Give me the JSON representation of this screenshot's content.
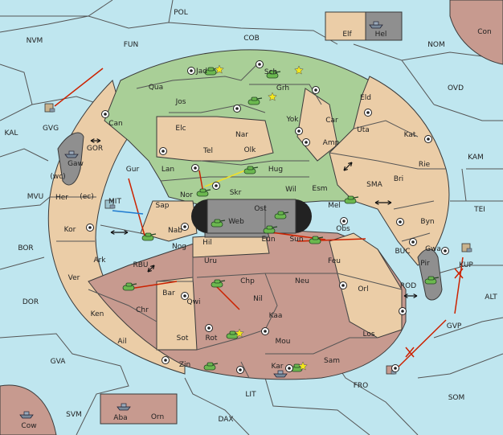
{
  "colors": {
    "sea": "#bfe6ef",
    "green": "#a9cf97",
    "tan": "#ebcda7",
    "red": "#c79a8f",
    "gray": "#8f8f8f",
    "dark": "#222222",
    "order_red": "#cc2200",
    "order_yellow": "#f0e02a",
    "order_blue": "#1f7bd0",
    "army_green": "#6bb84f"
  },
  "provinces": [
    {
      "label": "POL"
    },
    {
      "label": "NVM"
    },
    {
      "label": "FUN"
    },
    {
      "label": "COB"
    },
    {
      "label": "NOM"
    },
    {
      "label": "Con"
    },
    {
      "label": "OVD"
    },
    {
      "label": "KAL"
    },
    {
      "label": "GVG"
    },
    {
      "label": "GOR"
    },
    {
      "label": "Gaw"
    },
    {
      "label": "KAM"
    },
    {
      "label": "MVU"
    },
    {
      "label": "(wc)"
    },
    {
      "label": "(ec)"
    },
    {
      "label": "MIT"
    },
    {
      "label": "SMA"
    },
    {
      "label": "TEI"
    },
    {
      "label": "BOR"
    },
    {
      "label": "RBU"
    },
    {
      "label": "BUC"
    },
    {
      "label": "KUP"
    },
    {
      "label": "DOR"
    },
    {
      "label": "ROD"
    },
    {
      "label": "ALT"
    },
    {
      "label": "GVP"
    },
    {
      "label": "GVA"
    },
    {
      "label": "FRO"
    },
    {
      "label": "SOM"
    },
    {
      "label": "LIT"
    },
    {
      "label": "SVM"
    },
    {
      "label": "Cow"
    },
    {
      "label": "DAX"
    },
    {
      "label": "Aba"
    },
    {
      "label": "Orn"
    },
    {
      "label": "Elf"
    },
    {
      "label": "Hel"
    },
    {
      "label": "Jad"
    },
    {
      "label": "Sch"
    },
    {
      "label": "Qua"
    },
    {
      "label": "Grh"
    },
    {
      "label": "Jos"
    },
    {
      "label": "Eld"
    },
    {
      "label": "Can"
    },
    {
      "label": "Yok"
    },
    {
      "label": "Car"
    },
    {
      "label": "Elc"
    },
    {
      "label": "Nar"
    },
    {
      "label": "Uta"
    },
    {
      "label": "Kat"
    },
    {
      "label": "Olk"
    },
    {
      "label": "Amp"
    },
    {
      "label": "Tel"
    },
    {
      "label": "Gur"
    },
    {
      "label": "Lan"
    },
    {
      "label": "Hug"
    },
    {
      "label": "Rie"
    },
    {
      "label": "Bri"
    },
    {
      "label": "Nor"
    },
    {
      "label": "Wil"
    },
    {
      "label": "Esm"
    },
    {
      "label": "Her"
    },
    {
      "label": "Skr"
    },
    {
      "label": "Ost"
    },
    {
      "label": "Mel"
    },
    {
      "label": "Sap"
    },
    {
      "label": "Byn"
    },
    {
      "label": "Web"
    },
    {
      "label": "Kor"
    },
    {
      "label": "Nab"
    },
    {
      "label": "Obs"
    },
    {
      "label": "Eun"
    },
    {
      "label": "Sun"
    },
    {
      "label": "Gwa"
    },
    {
      "label": "Hil"
    },
    {
      "label": "Ark"
    },
    {
      "label": "Nog"
    },
    {
      "label": "Pir"
    },
    {
      "label": "Uru"
    },
    {
      "label": "Feu"
    },
    {
      "label": "Ver"
    },
    {
      "label": "Chp"
    },
    {
      "label": "Neu"
    },
    {
      "label": "Bar"
    },
    {
      "label": "Orl"
    },
    {
      "label": "Qwi"
    },
    {
      "label": "Nil"
    },
    {
      "label": "Ken"
    },
    {
      "label": "Chr"
    },
    {
      "label": "Kaa"
    },
    {
      "label": "Los"
    },
    {
      "label": "Ail"
    },
    {
      "label": "Sot"
    },
    {
      "label": "Rot"
    },
    {
      "label": "Mou"
    },
    {
      "label": "Sam"
    },
    {
      "label": "Zin"
    },
    {
      "label": "Kar"
    }
  ]
}
